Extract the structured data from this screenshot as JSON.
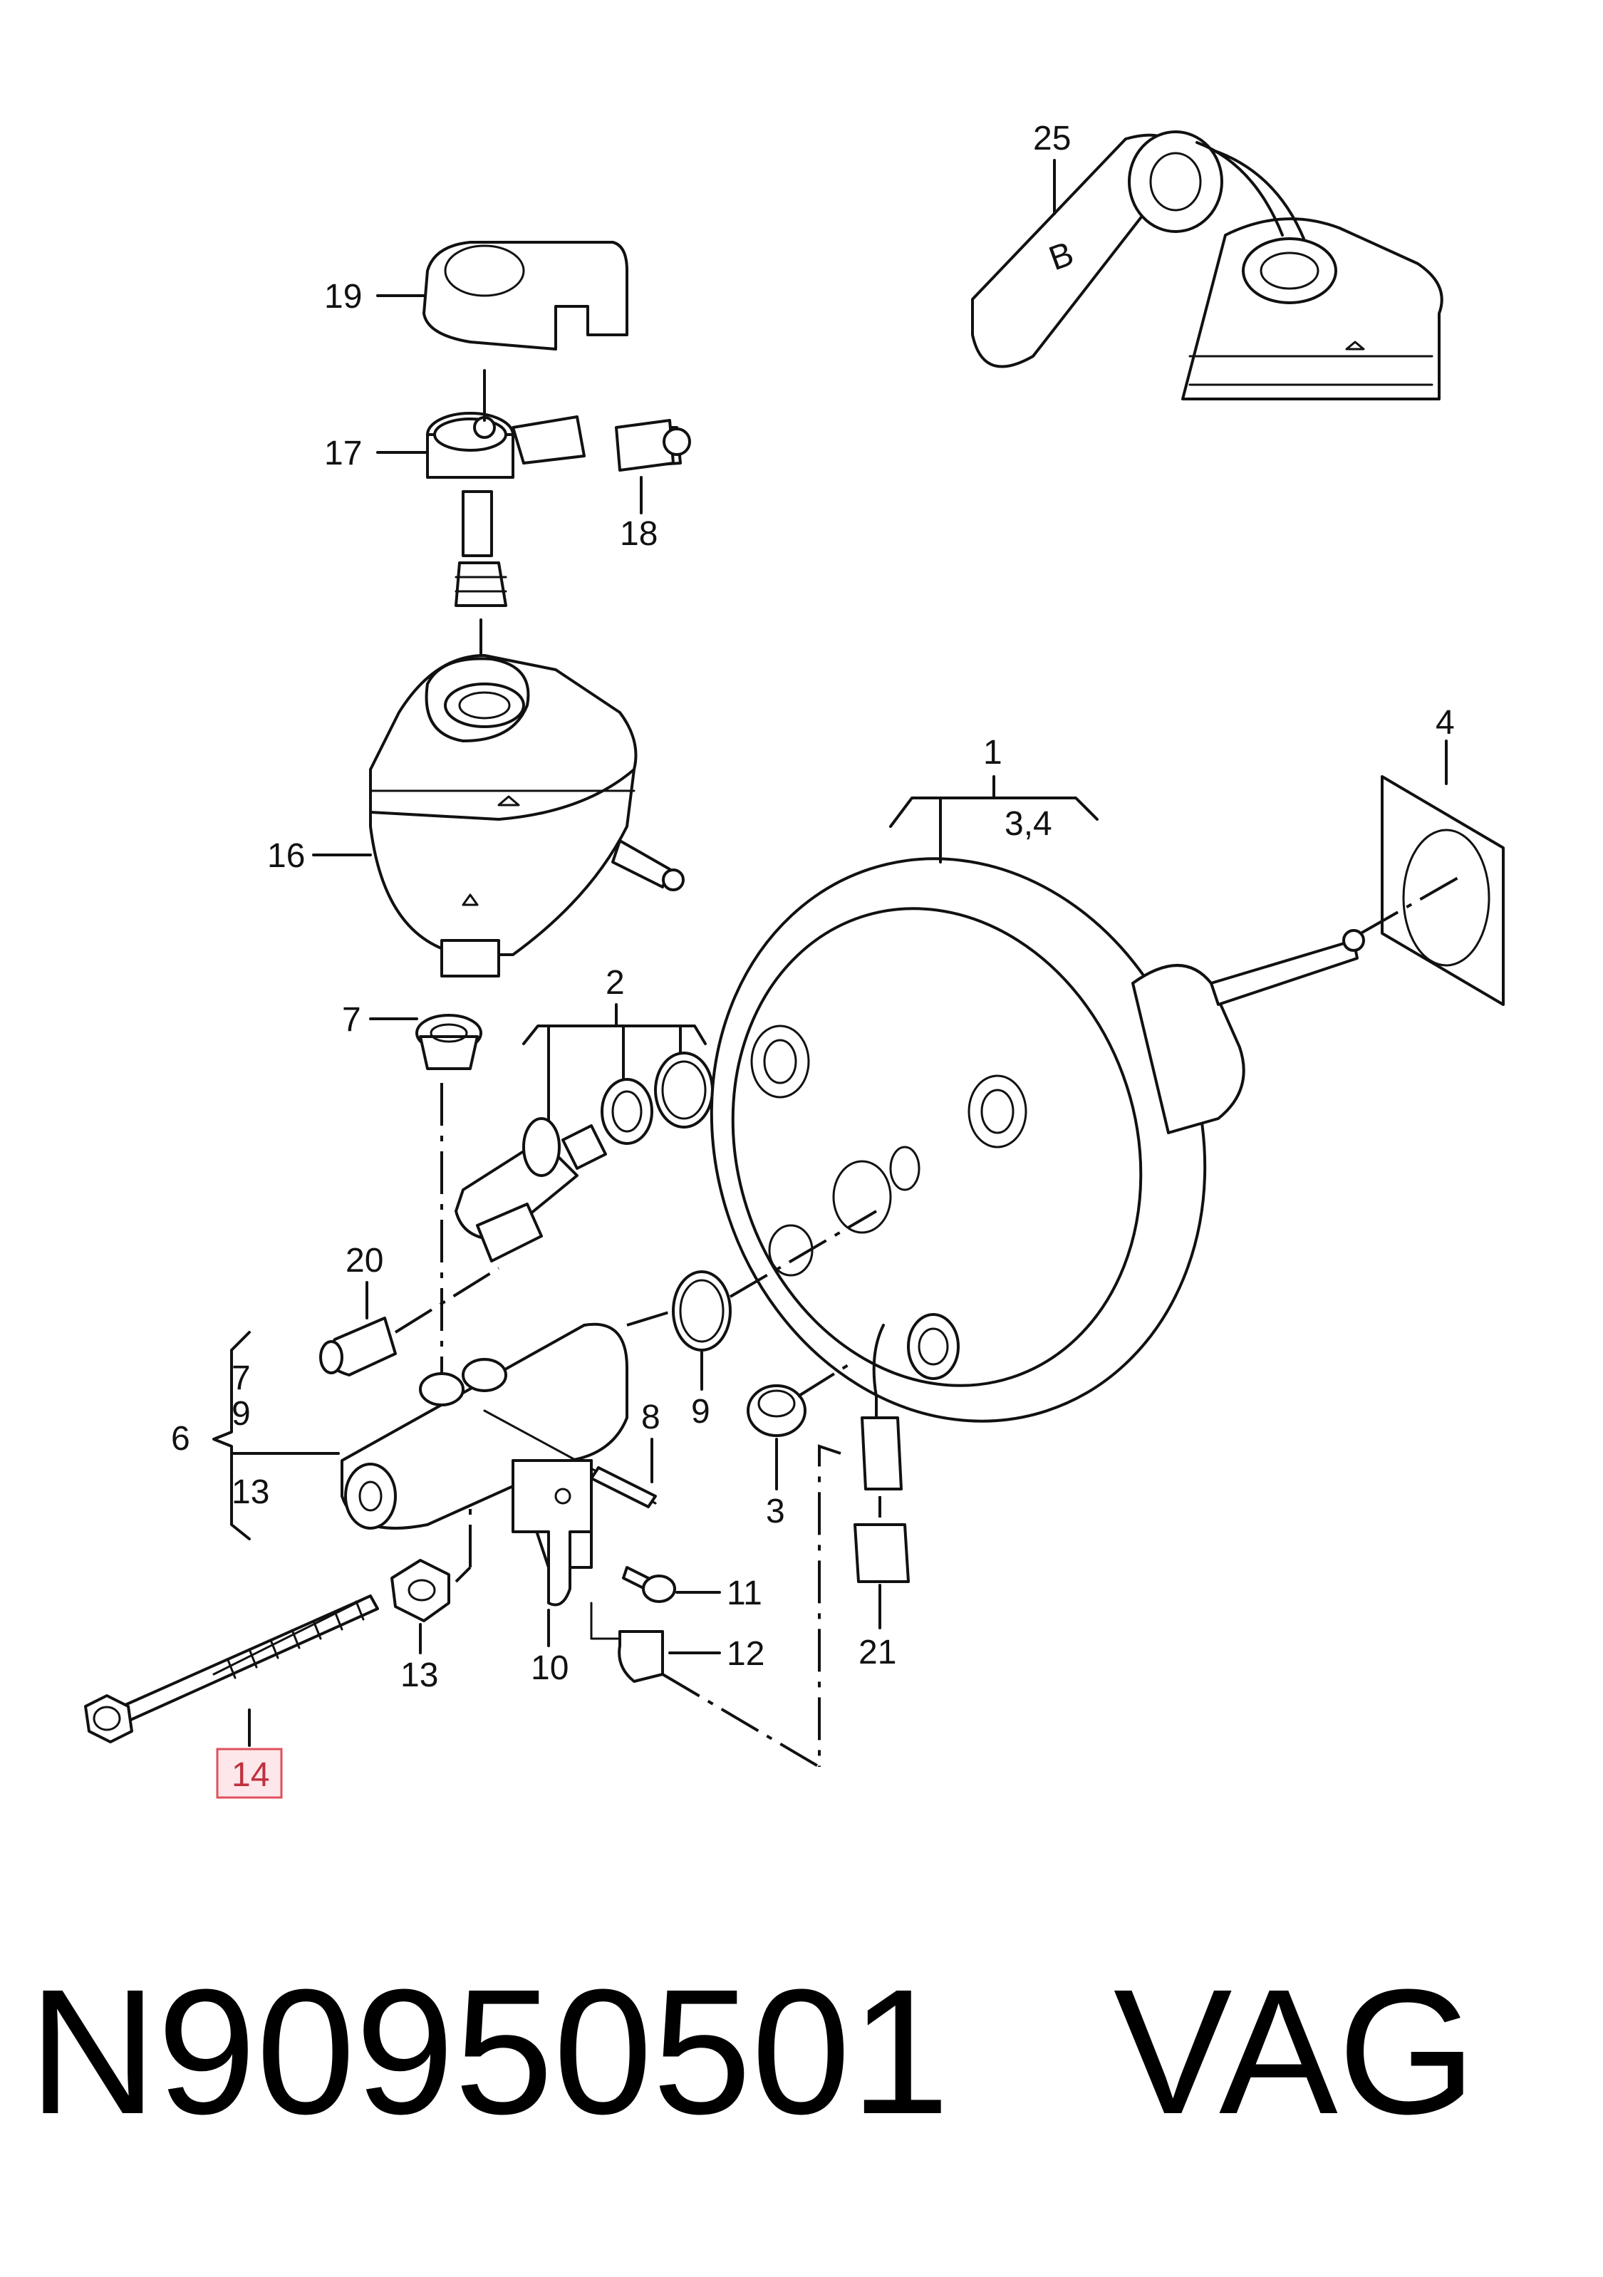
{
  "diagram": {
    "labels": {
      "l1": "1",
      "l2": "2",
      "l3": "3",
      "l34": "3,4",
      "l4": "4",
      "l6": "6",
      "l7a": "7",
      "l7b": "7",
      "l8": "8",
      "l9a": "9",
      "l9b": "9",
      "l10": "10",
      "l11": "11",
      "l12": "12",
      "l13a": "13",
      "l13b": "13",
      "l14": "14",
      "l16": "16",
      "l17": "17",
      "l18": "18",
      "l19": "19",
      "l20": "20",
      "l21": "21",
      "l25": "25",
      "reservoir_mark": "B"
    },
    "highlight_color": "#e0505e"
  },
  "footer": {
    "part_number": "N90950501",
    "brand": "VAG"
  }
}
